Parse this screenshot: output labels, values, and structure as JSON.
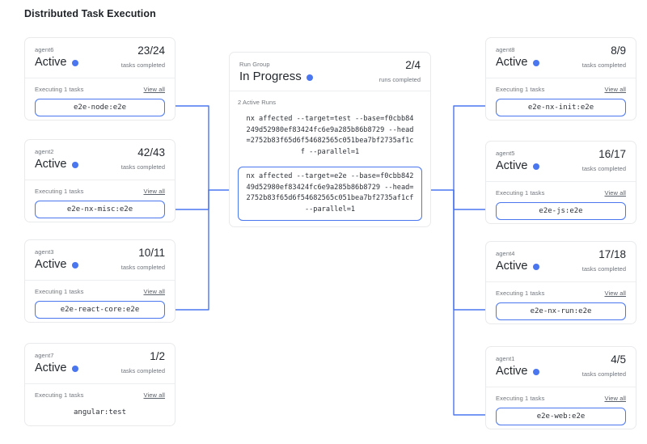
{
  "page": {
    "title": "Distributed Task Execution"
  },
  "theme": {
    "accent": "#4a76f0",
    "card_border": "#e9eaec",
    "text_primary": "#24292f",
    "text_muted": "#70757c",
    "background": "#ffffff"
  },
  "labels": {
    "tasks_completed": "tasks completed",
    "runs_completed": "runs completed",
    "view_all": "View all"
  },
  "run_group": {
    "kicker": "Run Group",
    "status": "In Progress",
    "status_dot": "blue-status-dot",
    "count": "2/4",
    "count_caption": "runs completed",
    "active_runs_label": "2 Active Runs",
    "runs": [
      {
        "command": "nx affected --target=test --base=f0cbb84249d52980ef83424fc6e9a285b86b8729 --head=2752b83f65d6f54682565c051bea7bf2735af1cf --parallel=1",
        "active": false
      },
      {
        "command": "nx affected --target=e2e --base=f0cbb84249d52980ef83424fc6e9a285b86b8729 --head=2752b83f65d6f54682565c051bea7bf2735af1cf --parallel=1",
        "active": true
      }
    ]
  },
  "agents_left": [
    {
      "name": "agent6",
      "status": "Active",
      "count": "23/24",
      "count_caption": "tasks completed",
      "executing_label": "Executing 1 tasks",
      "view_all": "View all",
      "task": "e2e-node:e2e",
      "connected": true
    },
    {
      "name": "agent2",
      "status": "Active",
      "count": "42/43",
      "count_caption": "tasks completed",
      "executing_label": "Executing 1 tasks",
      "view_all": "View all",
      "task": "e2e-nx-misc:e2e",
      "connected": true
    },
    {
      "name": "agent3",
      "status": "Active",
      "count": "10/11",
      "count_caption": "tasks completed",
      "executing_label": "Executing 1 tasks",
      "view_all": "View all",
      "task": "e2e-react-core:e2e",
      "connected": true
    },
    {
      "name": "agent7",
      "status": "Active",
      "count": "1/2",
      "count_caption": "tasks completed",
      "executing_label": "Executing 1 tasks",
      "view_all": "View all",
      "task": "angular:test",
      "connected": false
    }
  ],
  "agents_right": [
    {
      "name": "agent8",
      "status": "Active",
      "count": "8/9",
      "count_caption": "tasks completed",
      "executing_label": "Executing 1 tasks",
      "view_all": "View all",
      "task": "e2e-nx-init:e2e",
      "connected": true
    },
    {
      "name": "agent5",
      "status": "Active",
      "count": "16/17",
      "count_caption": "tasks completed",
      "executing_label": "Executing 1 tasks",
      "view_all": "View all",
      "task": "e2e-js:e2e",
      "connected": true
    },
    {
      "name": "agent4",
      "status": "Active",
      "count": "17/18",
      "count_caption": "tasks completed",
      "executing_label": "Executing 1 tasks",
      "view_all": "View all",
      "task": "e2e-nx-run:e2e",
      "connected": true
    },
    {
      "name": "agent1",
      "status": "Active",
      "count": "4/5",
      "count_caption": "tasks completed",
      "executing_label": "Executing 1 tasks",
      "view_all": "View all",
      "task": "e2e-web:e2e",
      "connected": true
    }
  ]
}
